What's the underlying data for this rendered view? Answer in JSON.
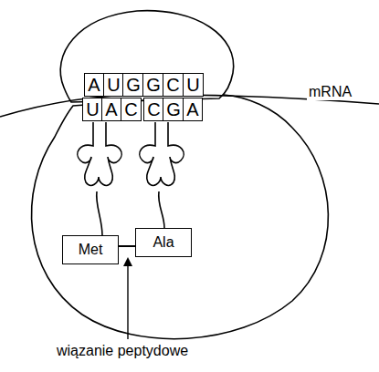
{
  "diagram": {
    "nodes": [
      {
        "text": [
          "A"
        ]
      },
      {
        "text": [
          "U"
        ]
      },
      {
        "text": [
          "G"
        ]
      },
      {
        "text": [
          "G"
        ]
      },
      {
        "text": [
          "C"
        ]
      },
      {
        "text": [
          "U"
        ]
      },
      {
        "text": [
          "U"
        ]
      },
      {
        "text": [
          "A"
        ]
      },
      {
        "text": [
          "C"
        ]
      },
      {
        "text": [
          "C"
        ]
      },
      {
        "text": [
          "G"
        ]
      },
      {
        "text": [
          "A"
        ]
      },
      {
        "text": [
          "Met"
        ]
      },
      {
        "text": [
          "Ala"
        ]
      }
    ],
    "edges": [
      {
        "from": 12,
        "to": 13,
        "arrow": "none"
      }
    ],
    "labels": [
      "mRNA",
      "wiązanie peptydowe"
    ]
  }
}
